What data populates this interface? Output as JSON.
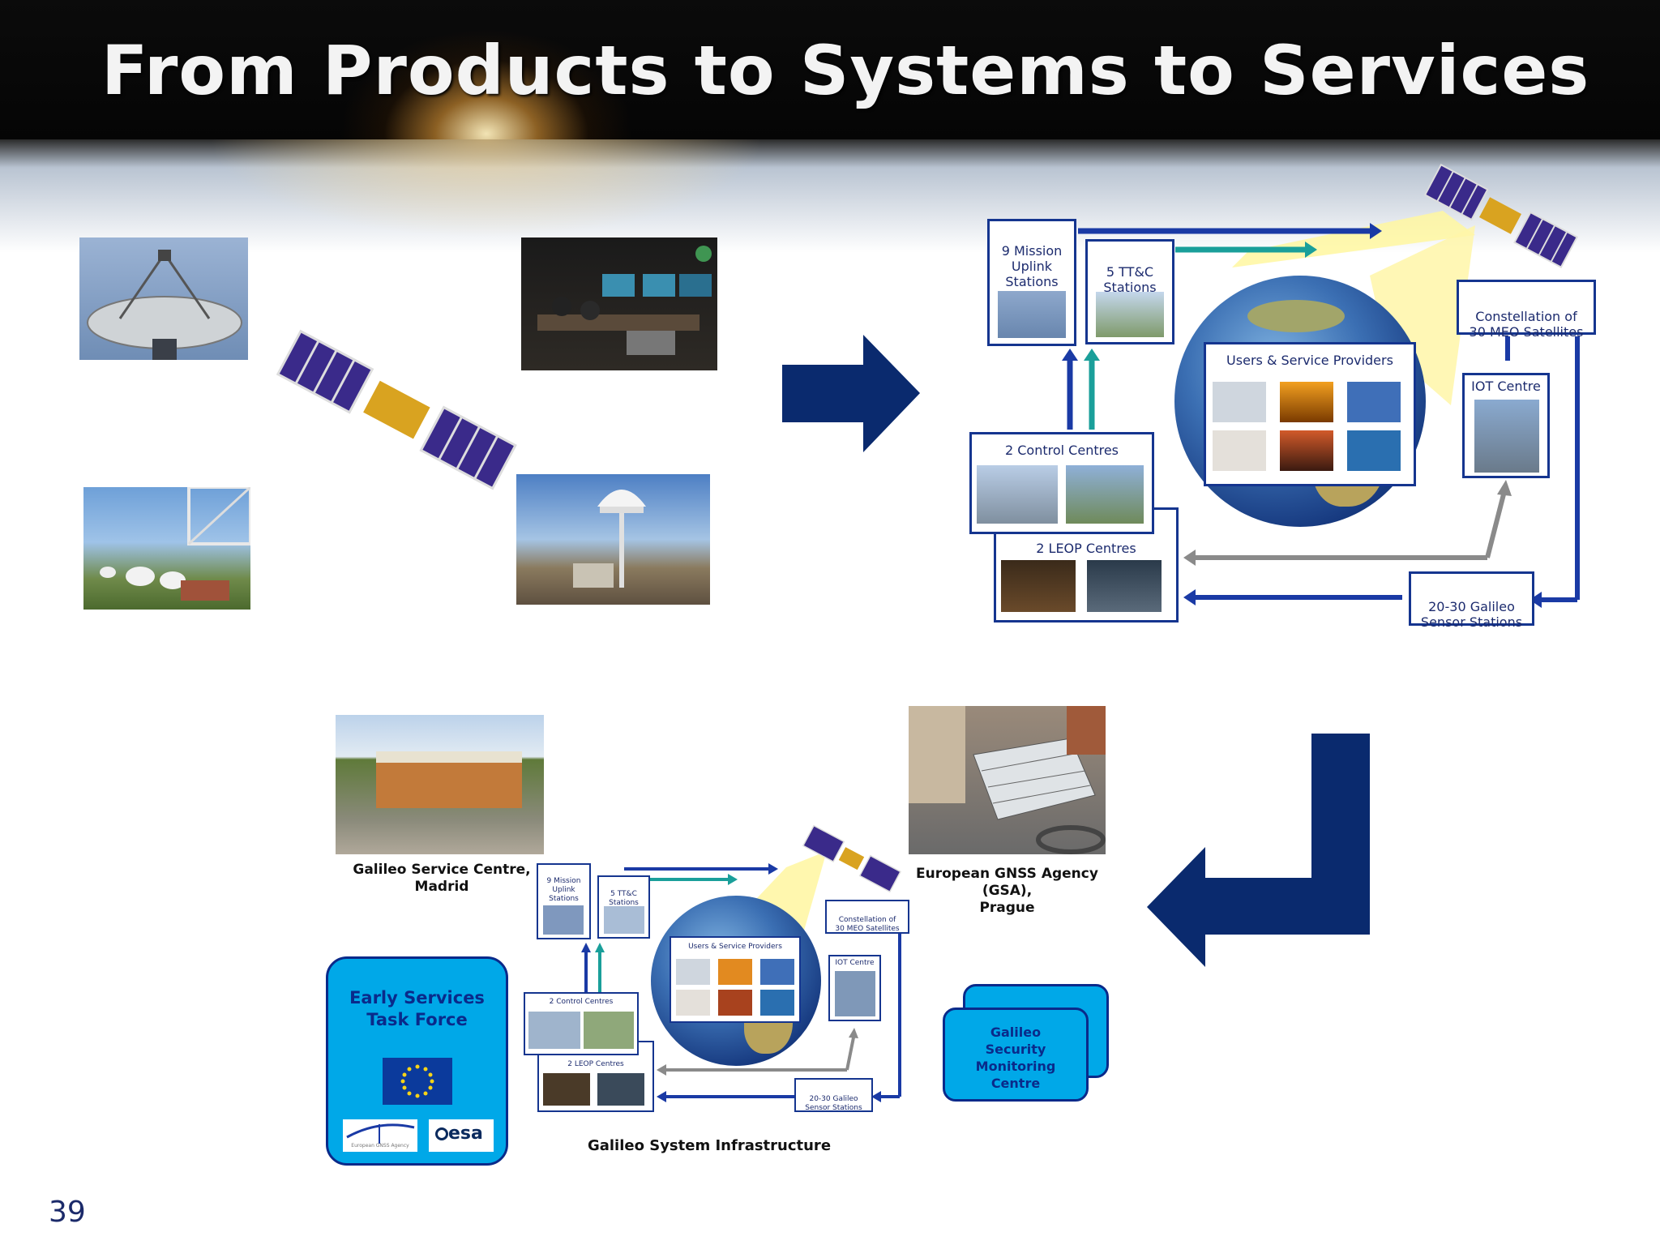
{
  "title": "From Products to Systems to Services",
  "slide_number": "39",
  "top_diagram": {
    "mission_uplink": "9 Mission\nUplink\nStations",
    "ttc": "5 TT&C\nStations",
    "constellation": "Constellation of\n30 MEO Satellites",
    "users": "Users & Service Providers",
    "iot": "IOT Centre",
    "control": "2 Control Centres",
    "leop": "2 LEOP Centres",
    "sensor": "20-30 Galileo\nSensor Stations"
  },
  "bottom": {
    "service_centre": "Galileo Service Centre,\nMadrid",
    "gsa": "European GNSS Agency\n(GSA),\nPrague",
    "early_services": "Early Services\nTask Force",
    "gsa_logo": "European GNSS Agency",
    "esa_logo": "esa",
    "security": "Galileo\nSecurity\nMonitoring\nCentre",
    "infrastructure": "Galileo System Infrastructure"
  },
  "colors": {
    "navy": "#0a2a6e",
    "frame_blue": "#15358f",
    "teal": "#1a9f9a",
    "cyan_box": "#00a8e8"
  }
}
